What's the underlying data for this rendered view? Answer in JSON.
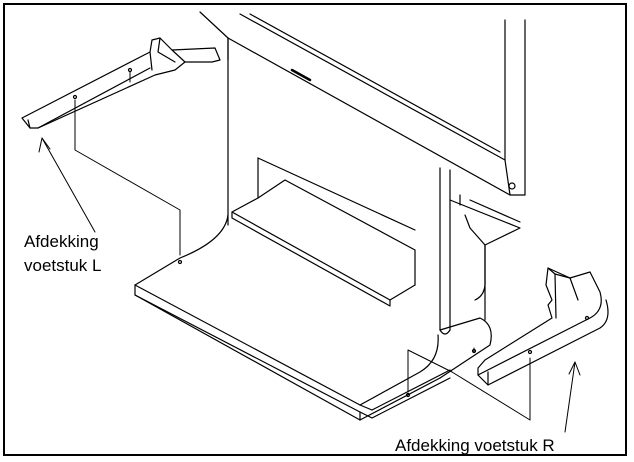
{
  "labels": {
    "left_line1": "Afdekking",
    "left_line2": "voetstuk L",
    "right": "Afdekking voetstuk R"
  },
  "icons": {
    "brand_mark": "panasonic-logo"
  },
  "colors": {
    "ink": "#000000",
    "paper": "#ffffff"
  }
}
